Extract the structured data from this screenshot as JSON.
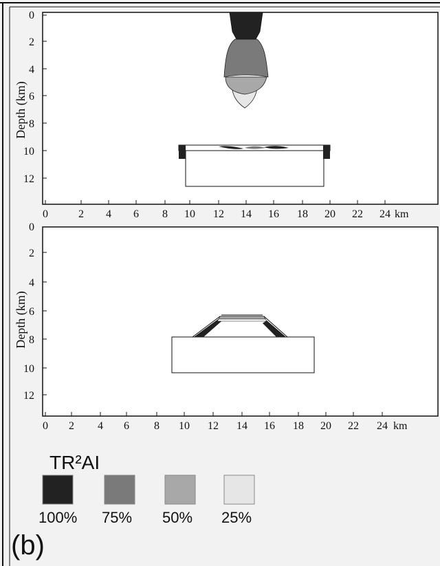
{
  "figure": {
    "panel_label": "(b)",
    "x_unit": "km",
    "y_axis_title": "Depth (km)"
  },
  "top_panel": {
    "x_ticks": [
      "0",
      "2",
      "4",
      "6",
      "8",
      "10",
      "12",
      "14",
      "16",
      "18",
      "20",
      "22",
      "24"
    ],
    "y_ticks": [
      "0",
      "2",
      "4",
      "6",
      "8",
      "10",
      "12"
    ]
  },
  "bottom_panel": {
    "x_ticks": [
      "0",
      "2",
      "4",
      "6",
      "8",
      "10",
      "12",
      "14",
      "16",
      "18",
      "20",
      "22",
      "24"
    ],
    "y_ticks": [
      "0",
      "2",
      "4",
      "6",
      "8",
      "10",
      "12"
    ]
  },
  "legend": {
    "title": "TR²AI",
    "items": [
      {
        "label": "100%",
        "color": "#222222"
      },
      {
        "label": "75%",
        "color": "#7a7a7a"
      },
      {
        "label": "50%",
        "color": "#a8a8a8"
      },
      {
        "label": "25%",
        "color": "#e6e6e6"
      }
    ]
  }
}
